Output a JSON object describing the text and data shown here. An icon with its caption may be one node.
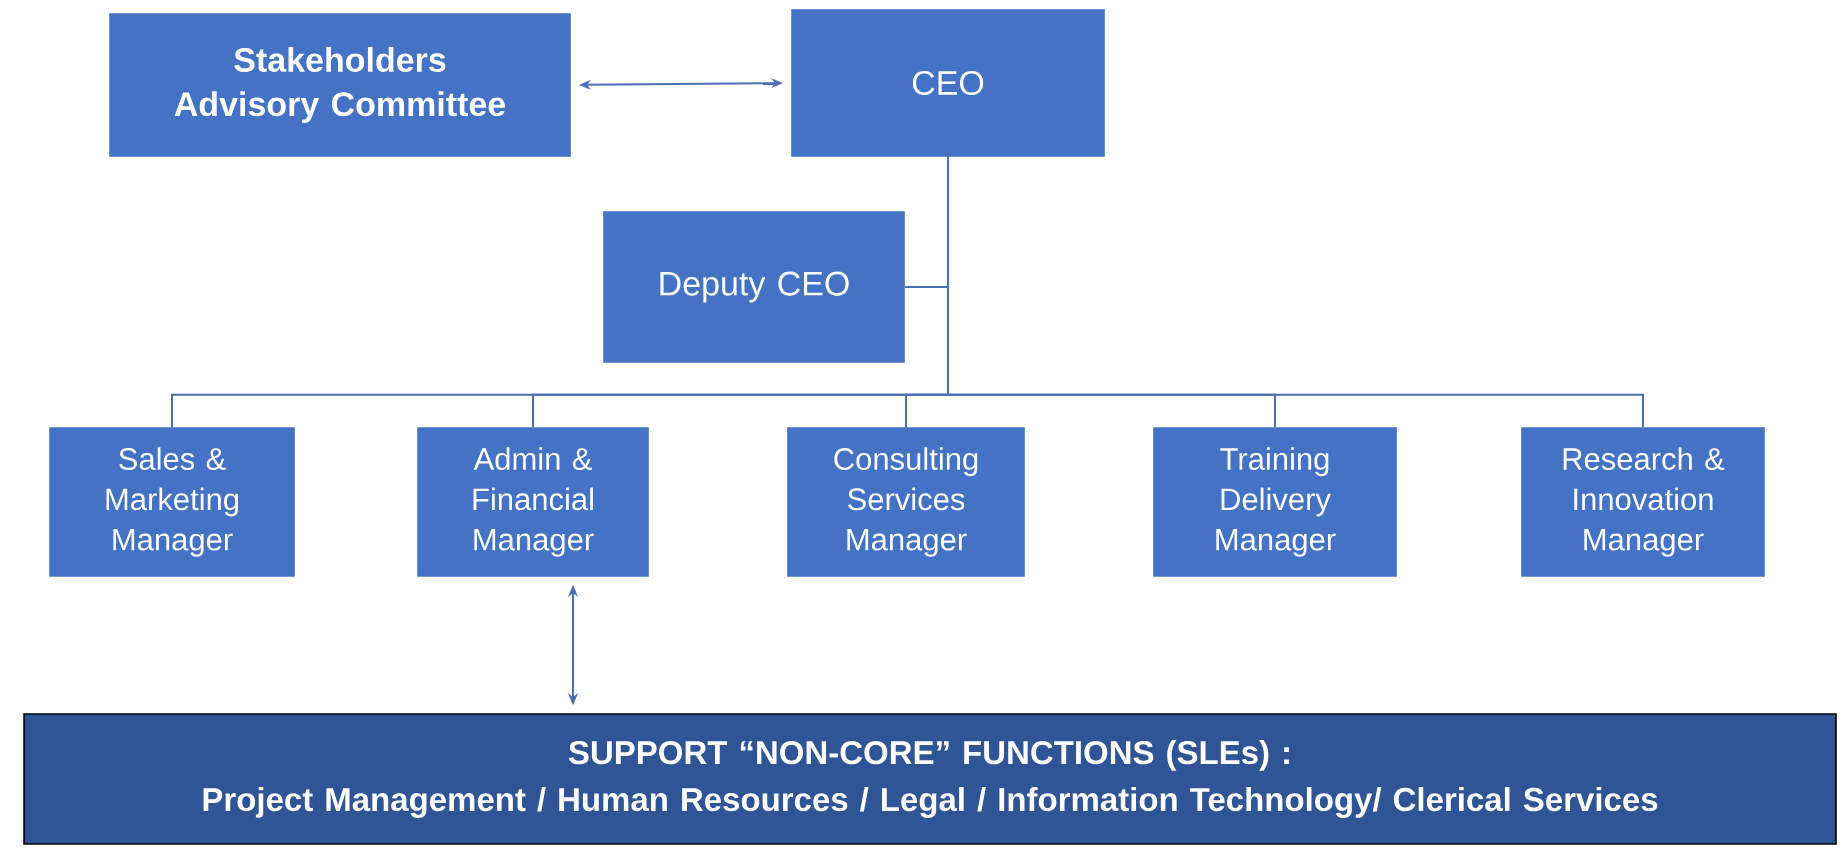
{
  "diagram": {
    "nodes": [
      {
        "text": [
          "Stakeholders Advisory Committee"
        ]
      },
      {
        "text": [
          "CEO"
        ]
      },
      {
        "text": [
          "Deputy CEO"
        ]
      },
      {
        "text": [
          "Sales & Marketing Manager"
        ]
      },
      {
        "text": [
          "Admin & Financial Manager"
        ]
      },
      {
        "text": [
          "Consulting Services Manager"
        ]
      },
      {
        "text": [
          "Training Delivery Manager"
        ]
      },
      {
        "text": [
          "Research & Innovation Manager"
        ]
      },
      {
        "text": [
          "SUPPORT “NON-CORE”  FUNCTIONS (SLEs) :",
          "Project Management / Human Resources / Legal / Information Technology/ Clerical Services"
        ]
      }
    ],
    "edges": [
      {
        "from": 0,
        "to": 1,
        "arrow": "both"
      },
      {
        "from": 1,
        "to": 2,
        "arrow": "none"
      },
      {
        "from": 1,
        "to": 3,
        "arrow": "none"
      },
      {
        "from": 1,
        "to": 4,
        "arrow": "none"
      },
      {
        "from": 1,
        "to": 5,
        "arrow": "none"
      },
      {
        "from": 1,
        "to": 6,
        "arrow": "none"
      },
      {
        "from": 1,
        "to": 7,
        "arrow": "none"
      },
      {
        "from": 4,
        "to": 8,
        "arrow": "both"
      }
    ]
  }
}
